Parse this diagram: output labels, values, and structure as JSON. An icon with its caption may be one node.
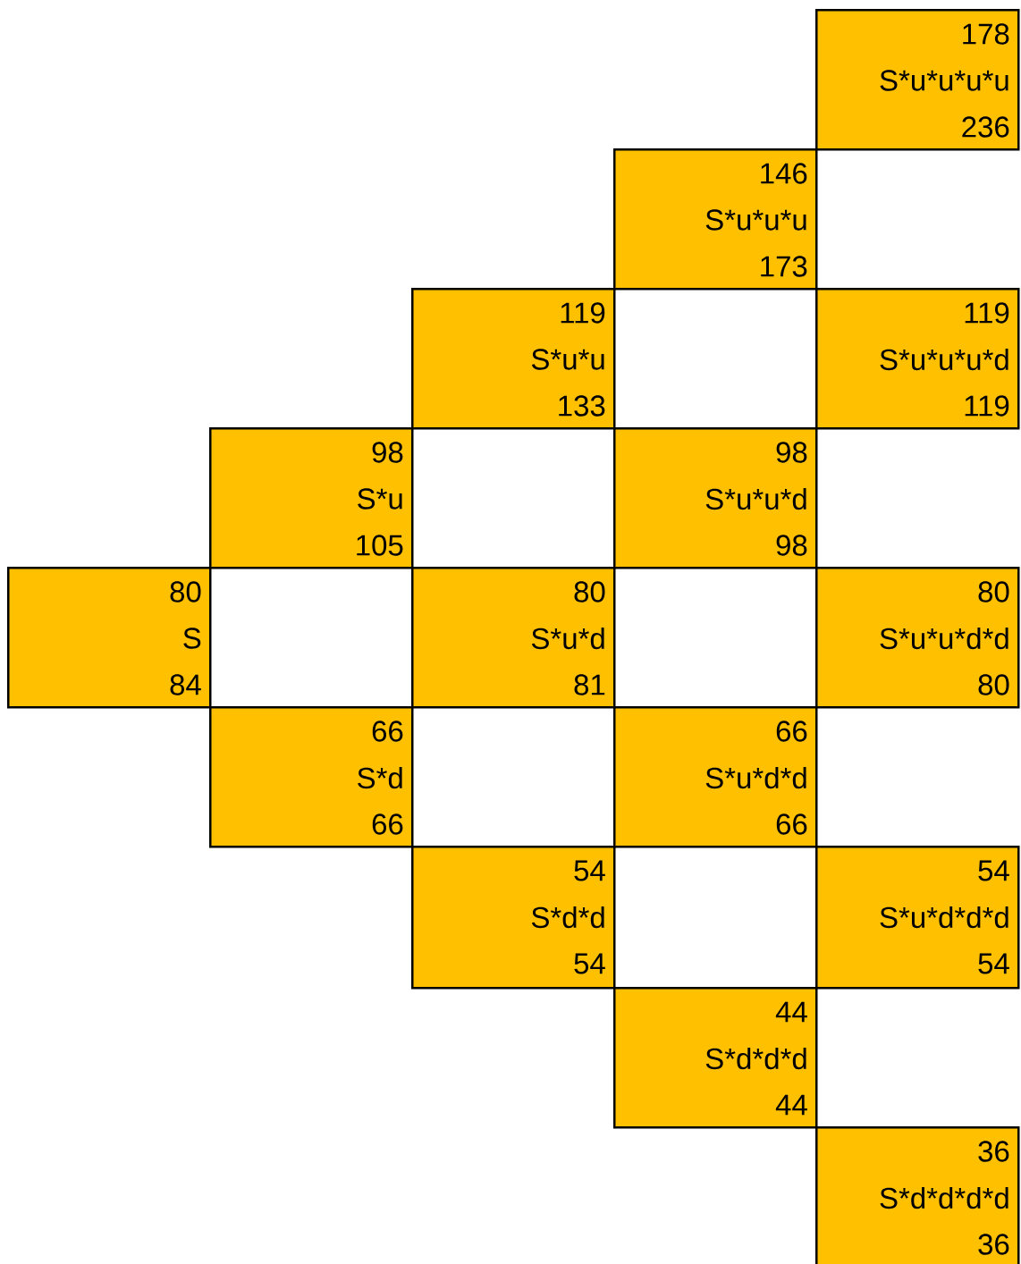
{
  "diagram": {
    "nodes": [
      {
        "text": [
          "178",
          "S*u*u*u*u",
          "236"
        ]
      },
      {
        "text": [
          "146",
          "S*u*u*u",
          "173"
        ]
      },
      {
        "text": [
          "119",
          "S*u*u",
          "133"
        ]
      },
      {
        "text": [
          "119",
          "S*u*u*u*d",
          "119"
        ]
      },
      {
        "text": [
          "98",
          "S*u",
          "105"
        ]
      },
      {
        "text": [
          "98",
          "S*u*u*d",
          "98"
        ]
      },
      {
        "text": [
          "80",
          "S",
          "84"
        ]
      },
      {
        "text": [
          "80",
          "S*u*d",
          "81"
        ]
      },
      {
        "text": [
          "80",
          "S*u*u*d*d",
          "80"
        ]
      },
      {
        "text": [
          "66",
          "S*d",
          "66"
        ]
      },
      {
        "text": [
          "66",
          "S*u*d*d",
          "66"
        ]
      },
      {
        "text": [
          "54",
          "S*d*d",
          "54"
        ]
      },
      {
        "text": [
          "54",
          "S*u*d*d*d",
          "54"
        ]
      },
      {
        "text": [
          "44",
          "S*d*d*d",
          "44"
        ]
      },
      {
        "text": [
          "36",
          "S*d*d*d*d",
          "36"
        ]
      }
    ]
  }
}
